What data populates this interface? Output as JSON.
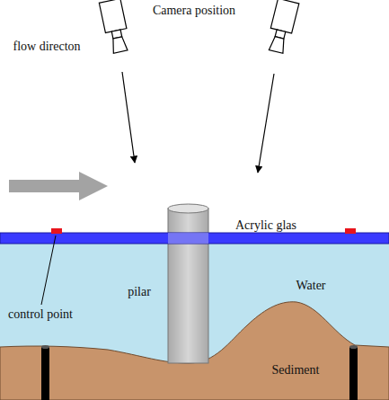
{
  "diagram": {
    "labels": [
      "Camera position",
      "flow directon",
      "Acrylic glas",
      "pilar",
      "Water",
      "control point",
      "Sediment"
    ]
  }
}
